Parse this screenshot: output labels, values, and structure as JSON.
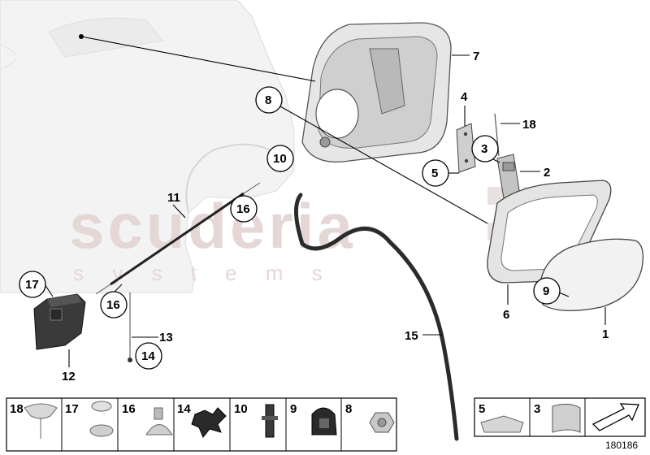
{
  "watermark": {
    "brand": "scuderia",
    "sub": "s y s t e m s"
  },
  "callouts": {
    "c1": "1",
    "c2": "2",
    "c3": "3",
    "c4": "4",
    "c5": "5",
    "c6": "6",
    "c7": "7",
    "c8": "8",
    "c9": "9",
    "c10": "10",
    "c11": "11",
    "c12": "12",
    "c13": "13",
    "c14": "14",
    "c15": "15",
    "c16a": "16",
    "c16b": "16",
    "c17": "17",
    "c18": "18"
  },
  "legend_left": [
    "18",
    "17",
    "16",
    "14",
    "10",
    "9",
    "8"
  ],
  "legend_right": [
    "5",
    "3"
  ],
  "document_id": "180186"
}
